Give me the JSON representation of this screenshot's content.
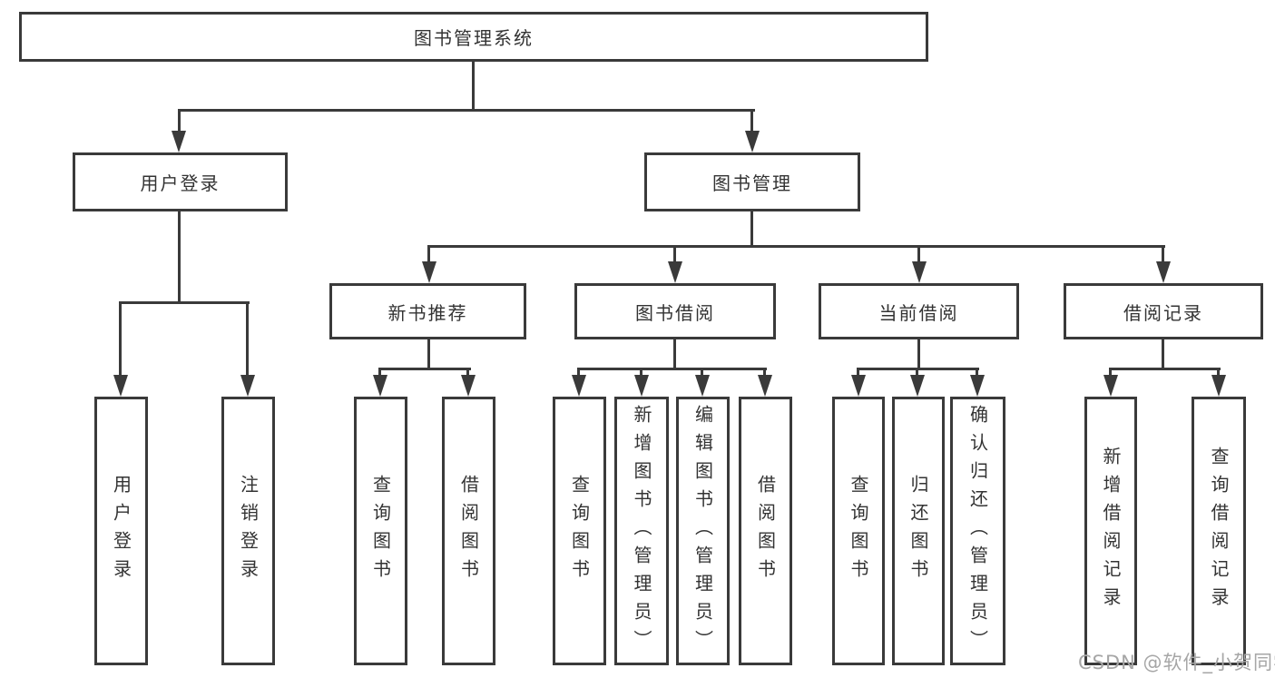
{
  "diagram": {
    "tree": {
      "label": "图书管理系统",
      "children": [
        {
          "label": "用户登录",
          "children": [
            {
              "label": "用户登录"
            },
            {
              "label": "注销登录"
            }
          ]
        },
        {
          "label": "图书管理",
          "children": [
            {
              "label": "新书推荐",
              "children": [
                {
                  "label": "查询图书"
                },
                {
                  "label": "借阅图书"
                }
              ]
            },
            {
              "label": "图书借阅",
              "children": [
                {
                  "label": "查询图书"
                },
                {
                  "label": "新增图书（管理员）"
                },
                {
                  "label": "编辑图书（管理员）"
                },
                {
                  "label": "借阅图书"
                }
              ]
            },
            {
              "label": "当前借阅",
              "children": [
                {
                  "label": "查询图书"
                },
                {
                  "label": "归还图书"
                },
                {
                  "label": "确认归还（管理员）"
                }
              ]
            },
            {
              "label": "借阅记录",
              "children": [
                {
                  "label": "新增借阅记录"
                },
                {
                  "label": "查询借阅记录"
                }
              ]
            }
          ]
        }
      ]
    },
    "colors": {
      "line": "#3a3a3a",
      "text": "#333333",
      "background": "#ffffff"
    }
  },
  "watermark": {
    "text": "CSDN @软件_小贺同学",
    "color": "#a6a6a6"
  }
}
